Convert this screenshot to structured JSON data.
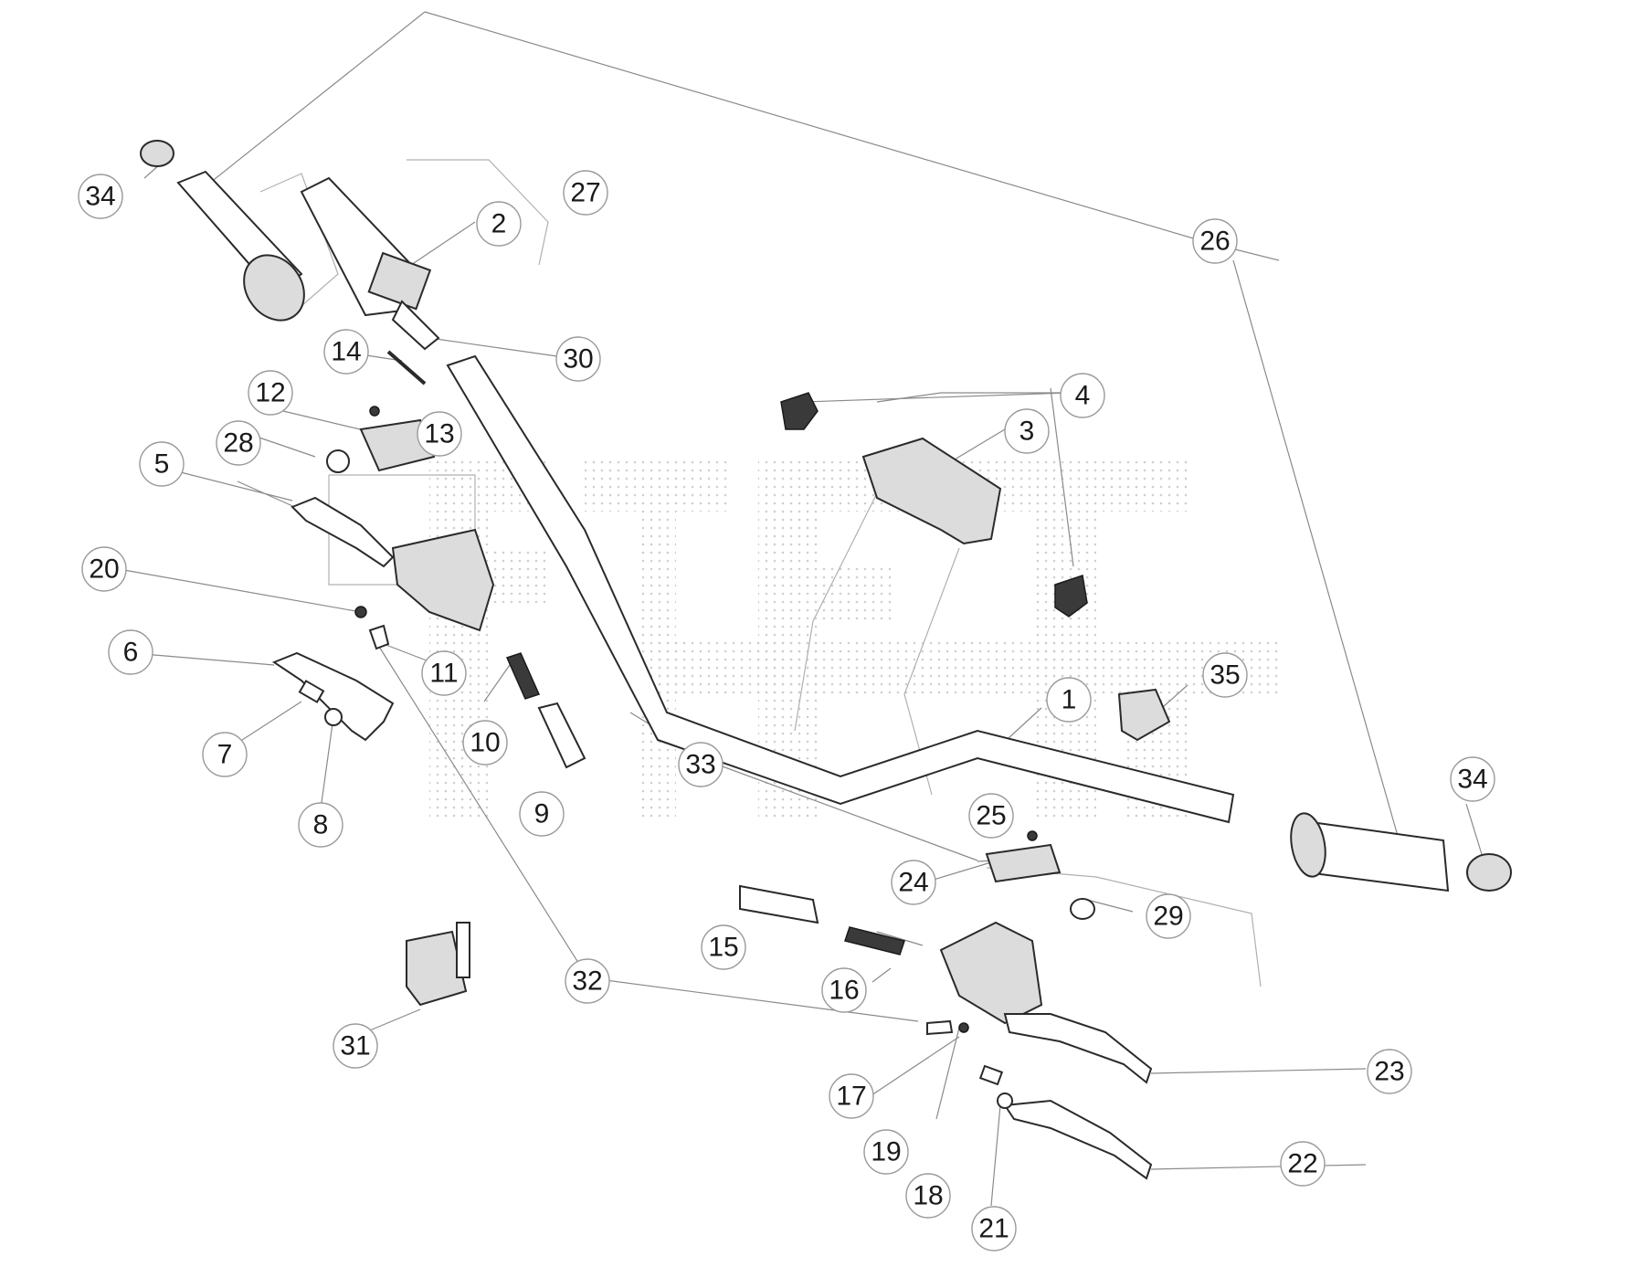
{
  "diagram": {
    "callouts": [
      {
        "id": "c1",
        "label": "1"
      },
      {
        "id": "c2",
        "label": "2"
      },
      {
        "id": "c3",
        "label": "3"
      },
      {
        "id": "c4",
        "label": "4"
      },
      {
        "id": "c5",
        "label": "5"
      },
      {
        "id": "c6",
        "label": "6"
      },
      {
        "id": "c7",
        "label": "7"
      },
      {
        "id": "c8",
        "label": "8"
      },
      {
        "id": "c9",
        "label": "9"
      },
      {
        "id": "c10",
        "label": "10"
      },
      {
        "id": "c11",
        "label": "11"
      },
      {
        "id": "c12",
        "label": "12"
      },
      {
        "id": "c13",
        "label": "13"
      },
      {
        "id": "c14",
        "label": "14"
      },
      {
        "id": "c15",
        "label": "15"
      },
      {
        "id": "c16",
        "label": "16"
      },
      {
        "id": "c17",
        "label": "17"
      },
      {
        "id": "c18",
        "label": "18"
      },
      {
        "id": "c19",
        "label": "19"
      },
      {
        "id": "c20",
        "label": "20"
      },
      {
        "id": "c21",
        "label": "21"
      },
      {
        "id": "c22",
        "label": "22"
      },
      {
        "id": "c23",
        "label": "23"
      },
      {
        "id": "c24",
        "label": "24"
      },
      {
        "id": "c25",
        "label": "25"
      },
      {
        "id": "c26",
        "label": "26"
      },
      {
        "id": "c27",
        "label": "27"
      },
      {
        "id": "c28",
        "label": "28"
      },
      {
        "id": "c29",
        "label": "29"
      },
      {
        "id": "c30",
        "label": "30"
      },
      {
        "id": "c31",
        "label": "31"
      },
      {
        "id": "c32",
        "label": "32"
      },
      {
        "id": "c33",
        "label": "33"
      },
      {
        "id": "c34a",
        "label": "34"
      },
      {
        "id": "c34b",
        "label": "34"
      },
      {
        "id": "c35",
        "label": "35"
      }
    ]
  }
}
